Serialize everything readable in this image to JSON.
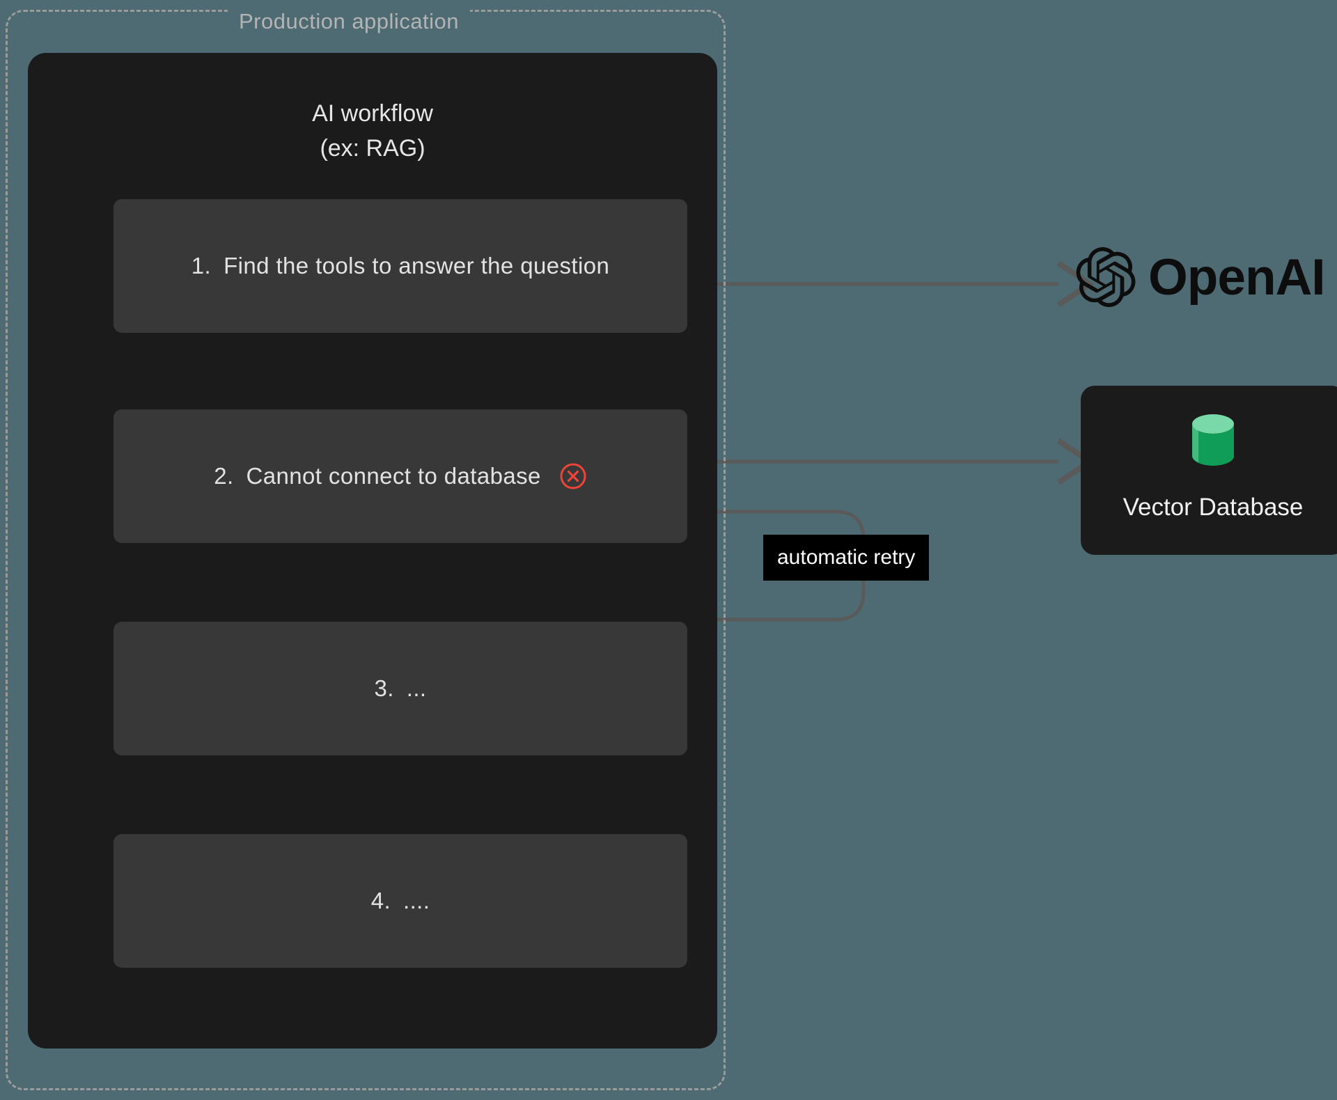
{
  "container": {
    "title": "Production application",
    "border_color": "#9b9b9b",
    "background": "#4e6b73"
  },
  "workflow": {
    "title": "AI workflow\n(ex: RAG)",
    "panel_color": "#1b1b1b",
    "steps": [
      {
        "number": "1.",
        "text": "Find the tools to answer the question",
        "status": "ok"
      },
      {
        "number": "2.",
        "text": "Cannot connect to database",
        "status": "error",
        "error_icon": "circle-x-icon",
        "error_color": "#f04438"
      },
      {
        "number": "3.",
        "text": "...",
        "status": "ok"
      },
      {
        "number": "4.",
        "text": "....",
        "status": "ok"
      }
    ]
  },
  "external": {
    "openai": {
      "label": "OpenAI",
      "logo_icon": "openai-logo-icon",
      "color": "#0d0d0d"
    },
    "vector_database": {
      "label": "Vector Database",
      "icon": "database-cylinder-icon",
      "icon_color": "#0f9d58",
      "icon_top_color": "#7ad9a8",
      "panel_color": "#1b1b1b"
    }
  },
  "retry": {
    "label": "automatic retry",
    "background": "#000000",
    "text_color": "#ffffff"
  },
  "connections": [
    {
      "name": "step1-openai",
      "from": "step-1",
      "to": "openai",
      "style": "bidirectional"
    },
    {
      "name": "step2-vectordb",
      "from": "step-2",
      "to": "vector-database",
      "style": "bidirectional"
    },
    {
      "name": "step2-retry-loop",
      "from": "step-2",
      "to": "step-2",
      "style": "loop",
      "label": "automatic retry"
    },
    {
      "name": "step1-step2",
      "from": "step-1",
      "to": "step-2",
      "style": "down-arrow"
    },
    {
      "name": "step2-step3",
      "from": "step-2",
      "to": "step-3",
      "style": "down-arrow"
    },
    {
      "name": "step3-step4",
      "from": "step-3",
      "to": "step-4",
      "style": "down-arrow"
    }
  ],
  "colors": {
    "arrow": "#5a5a5a",
    "step_box": "#383838",
    "step_text": "#e3e3e3"
  }
}
